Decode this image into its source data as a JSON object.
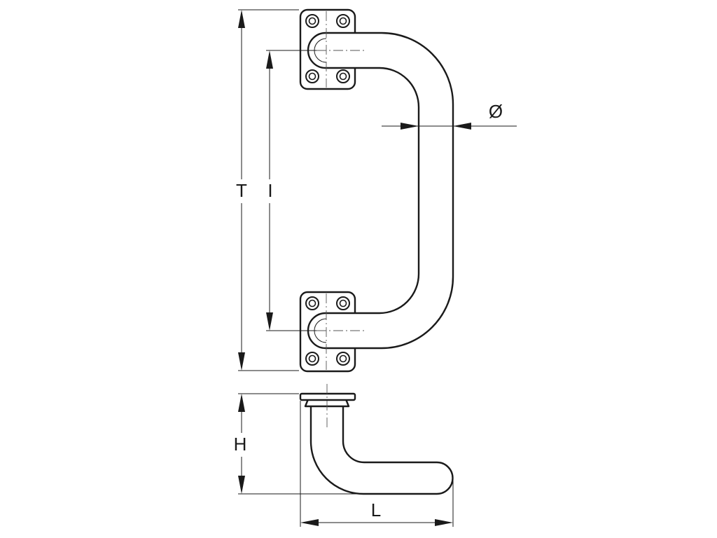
{
  "drawing": {
    "labels": {
      "overall_height": "T",
      "hole_distance": "I",
      "diameter": "Ø",
      "projection": "H",
      "length": "L"
    },
    "colors": {
      "line": "#1a1a1a",
      "background": "#ffffff"
    }
  }
}
